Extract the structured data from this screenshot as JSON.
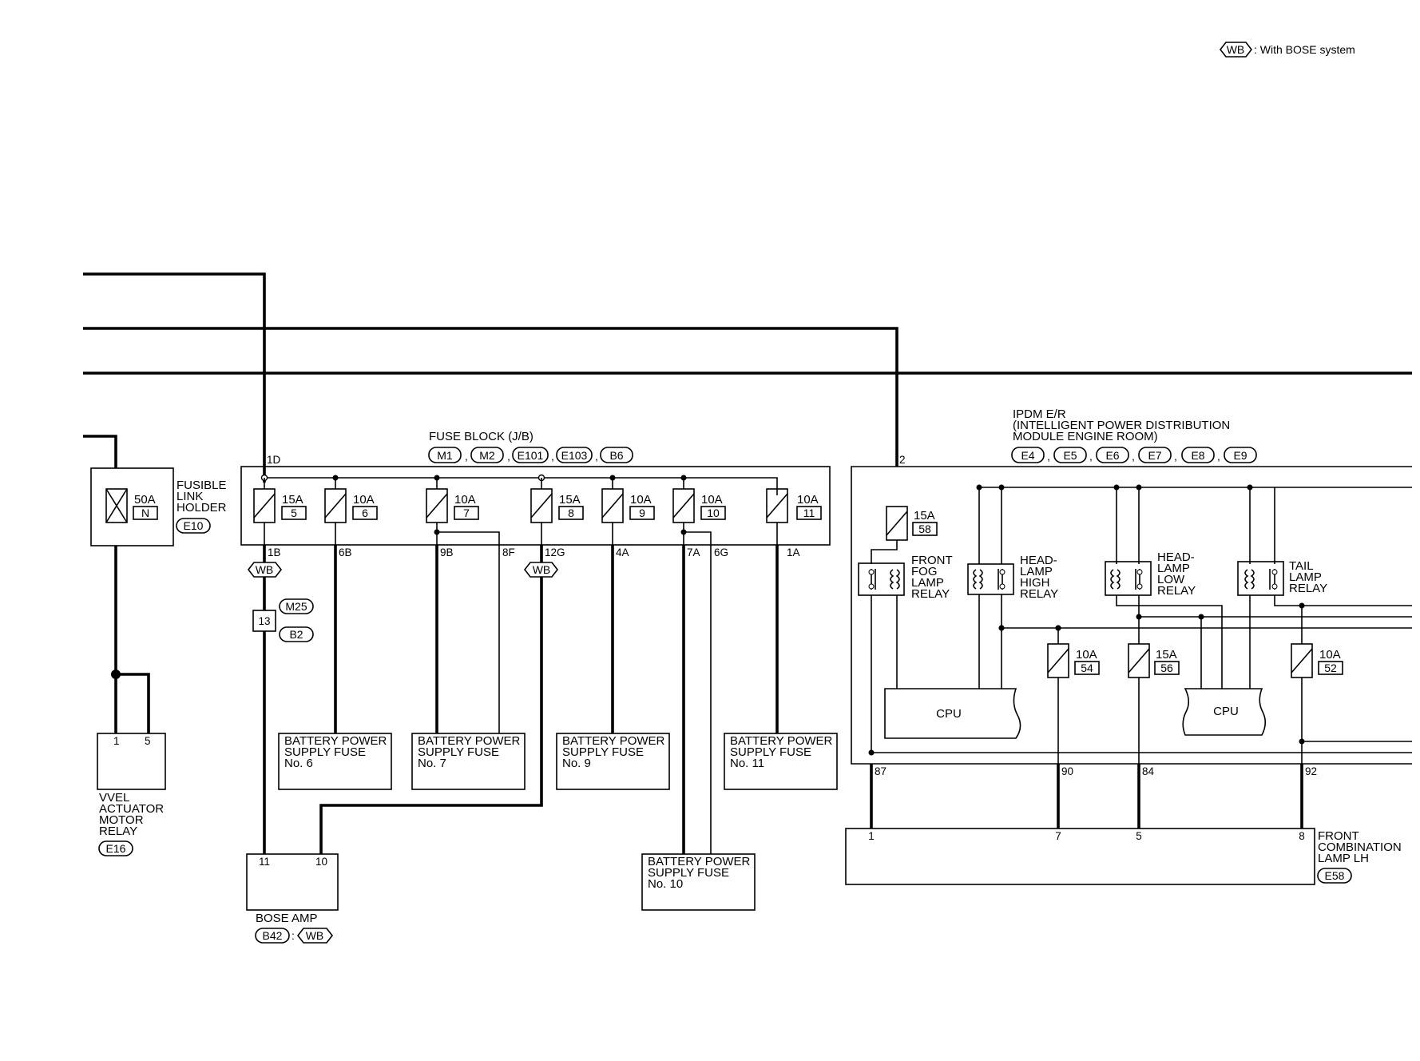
{
  "legend": {
    "tag": "WB",
    "text": ": With BOSE system"
  },
  "fusible_link": {
    "label": [
      "FUSIBLE",
      "LINK",
      "HOLDER"
    ],
    "rating": "50A",
    "fuse_id": "N",
    "connector": "E10"
  },
  "vvel_relay": {
    "label": [
      "VVEL",
      "ACTUATOR",
      "MOTOR",
      "RELAY"
    ],
    "pins": [
      "1",
      "5"
    ],
    "connector": "E16"
  },
  "fuse_block": {
    "title": "FUSE BLOCK (J/B)",
    "connectors": [
      "M1",
      "M2",
      "E101",
      "E103",
      "B6"
    ],
    "input_pin": "1D",
    "fuses": [
      {
        "rating": "15A",
        "number": "5"
      },
      {
        "rating": "10A",
        "number": "6"
      },
      {
        "rating": "10A",
        "number": "7"
      },
      {
        "rating": "15A",
        "number": "8"
      },
      {
        "rating": "10A",
        "number": "9"
      },
      {
        "rating": "10A",
        "number": "10"
      },
      {
        "rating": "10A",
        "number": "11"
      }
    ],
    "output_pins": [
      "1B",
      "6B",
      "9B",
      "8F",
      "12G",
      "4A",
      "7A",
      "6G",
      "1A"
    ]
  },
  "wb_tag": "WB",
  "joint": {
    "pin": "13",
    "connectors": [
      "M25",
      "B2"
    ]
  },
  "bose_amp": {
    "label": "BOSE AMP",
    "pins": [
      "11",
      "10"
    ],
    "connector": "B42",
    "separator": ":",
    "tag": "WB"
  },
  "supply_boxes": [
    {
      "line1": "BATTERY POWER",
      "line2": "SUPPLY FUSE",
      "line3": "No. 6"
    },
    {
      "line1": "BATTERY POWER",
      "line2": "SUPPLY FUSE",
      "line3": "No. 7"
    },
    {
      "line1": "BATTERY POWER",
      "line2": "SUPPLY FUSE",
      "line3": "No. 9"
    },
    {
      "line1": "BATTERY POWER",
      "line2": "SUPPLY FUSE",
      "line3": "No. 11"
    },
    {
      "line1": "BATTERY POWER",
      "line2": "SUPPLY FUSE",
      "line3": "No. 10"
    }
  ],
  "ipdm": {
    "title": [
      "IPDM E/R",
      "(INTELLIGENT POWER DISTRIBUTION",
      " MODULE ENGINE ROOM)"
    ],
    "connectors": [
      "E4",
      "E5",
      "E6",
      "E7",
      "E8",
      "E9"
    ],
    "input_pin": "2",
    "fuses": [
      {
        "rating": "15A",
        "number": "58"
      },
      {
        "rating": "10A",
        "number": "54"
      },
      {
        "rating": "15A",
        "number": "56"
      },
      {
        "rating": "10A",
        "number": "52"
      }
    ],
    "relays": [
      [
        "FRONT",
        "FOG",
        "LAMP",
        "RELAY"
      ],
      [
        "HEAD-",
        "LAMP",
        "HIGH",
        "RELAY"
      ],
      [
        "HEAD-",
        "LAMP",
        "LOW",
        "RELAY"
      ],
      [
        "TAIL",
        "LAMP",
        "RELAY"
      ]
    ],
    "cpu_label": "CPU",
    "output_pins": [
      "87",
      "90",
      "84",
      "92"
    ]
  },
  "front_lamp": {
    "label": [
      "FRONT",
      "COMBINATION",
      "LAMP LH"
    ],
    "pins": [
      "1",
      "7",
      "5",
      "8"
    ],
    "connector": "E58"
  }
}
